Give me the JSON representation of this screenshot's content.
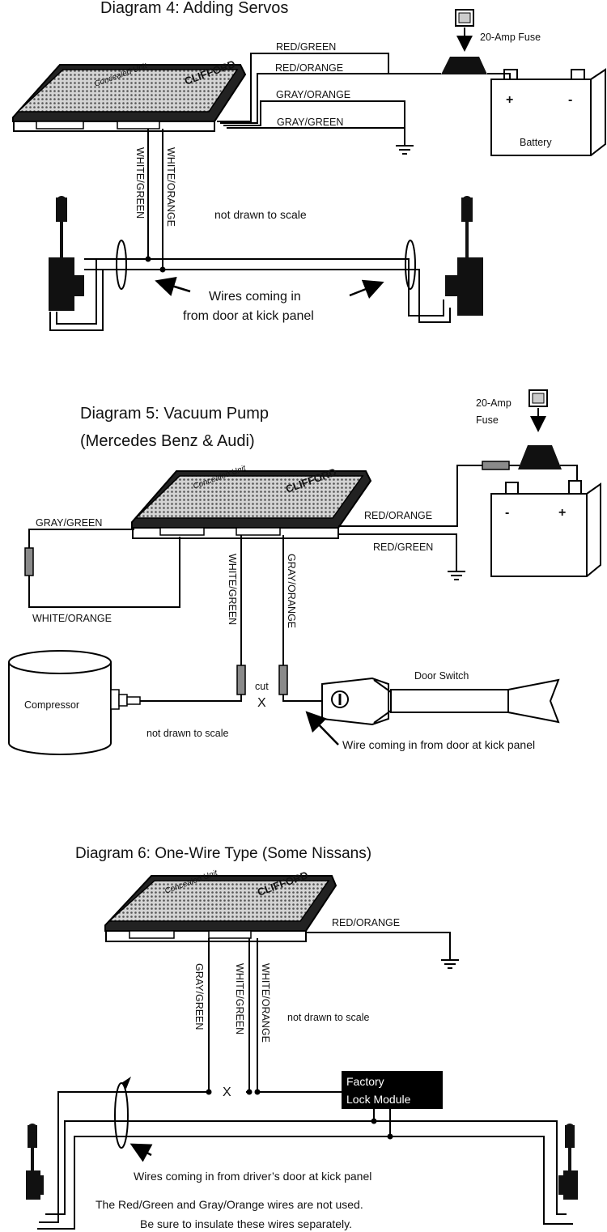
{
  "diagram4": {
    "title": "Diagram 4:  Adding Servos",
    "fuse_label": "20-Amp Fuse",
    "battery_label": "Battery",
    "battery_plus": "+",
    "battery_minus": "-",
    "wires": {
      "red_green": "RED/GREEN",
      "red_orange": "RED/ORANGE",
      "gray_orange": "GRAY/ORANGE",
      "gray_green": "GRAY/GREEN",
      "white_green": "WHITE/GREEN",
      "white_orange": "WHITE/ORANGE"
    },
    "note": "not drawn to scale",
    "caption_line1": "Wires coming in",
    "caption_line2": "from door at kick panel",
    "unit_brand": "CLIFFORD",
    "unit_name": "Concealed Unit"
  },
  "diagram5": {
    "title_line1": "Diagram 5: Vacuum Pump",
    "title_line2": "(Mercedes Benz & Audi)",
    "fuse_label_line1": "20-Amp",
    "fuse_label_line2": "Fuse",
    "battery_minus": "-",
    "battery_plus": "+",
    "wires": {
      "gray_green": "GRAY/GREEN",
      "white_orange": "WHITE/ORANGE",
      "red_orange": "RED/ORANGE",
      "red_green": "RED/GREEN",
      "white_green": "WHITE/GREEN",
      "gray_orange": "GRAY/ORANGE"
    },
    "compressor_label": "Compressor",
    "cut_label": "cut",
    "cut_mark": "X",
    "door_switch_label": "Door Switch",
    "note": "not drawn to scale",
    "caption": "Wire coming in from door at kick panel",
    "unit_brand": "CLIFFORD",
    "unit_name": "Concealed Unit"
  },
  "diagram6": {
    "title": "Diagram 6: One-Wire Type (Some Nissans)",
    "wires": {
      "red_orange": "RED/ORANGE",
      "gray_green": "GRAY/GREEN",
      "white_green": "WHITE/GREEN",
      "white_orange": "WHITE/ORANGE"
    },
    "note": "not drawn to scale",
    "cut_mark": "X",
    "module_line1": "Factory",
    "module_line2": "Lock Module",
    "caption": "Wires coming in from driver’s door at kick panel",
    "footer_line1": "The Red/Green and Gray/Orange wires are not used.",
    "footer_line2": "Be sure to insulate these wires separately.",
    "unit_brand": "CLIFFORD",
    "unit_name": "Concealed Unit"
  },
  "colors": {
    "line": "#000000",
    "background": "#ffffff",
    "connector_gray": "#8a8a8a",
    "unit_gray": "#bdbdbd"
  }
}
